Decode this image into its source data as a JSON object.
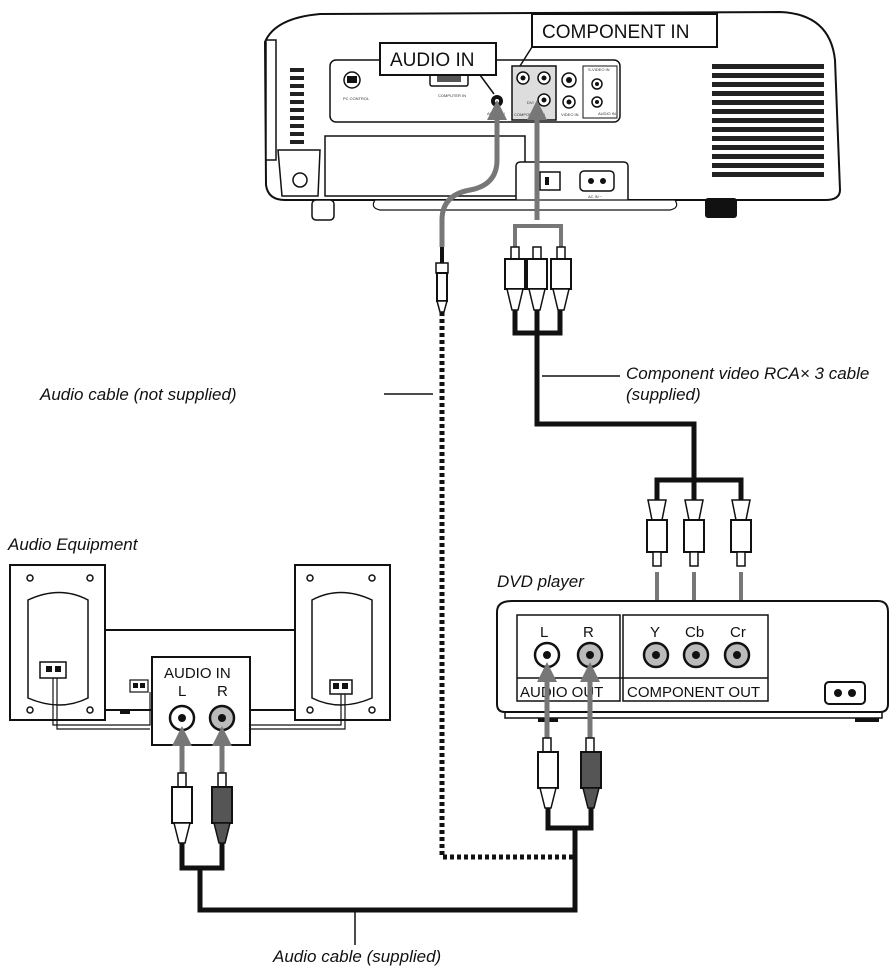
{
  "labels": {
    "component_in": "COMPONENT IN",
    "audio_in_projector": "AUDIO IN",
    "audio_equipment": "Audio Equipment",
    "dvd_player": "DVD player",
    "audio_cable_not_supplied": "Audio cable (not supplied)",
    "component_cable_line1": "Component video RCA× 3 cable",
    "component_cable_line2": "(supplied)",
    "audio_cable_supplied": "Audio cable (supplied)"
  },
  "projector": {
    "pc_control": "PC CONTROL",
    "computer_in": "COMPUTER IN",
    "audio_in_small": "AUDIO IN",
    "component_in_small": "COMPONENT IN",
    "video_in": "VIDEO IN",
    "s_video_in": "S-VIDEO IN",
    "audio_in_lr": "AUDIO IN",
    "ac_in": "AC IN ~",
    "dvi": "DVI"
  },
  "dvd": {
    "l": "L",
    "r": "R",
    "y": "Y",
    "cb": "Cb",
    "cr": "Cr",
    "audio_out": "AUDIO OUT",
    "component_out": "COMPONENT OUT"
  },
  "audio_equipment": {
    "audio_in": "AUDIO IN",
    "l": "L",
    "r": "R"
  },
  "colors": {
    "line": "#111111",
    "arrow": "#777777",
    "panel": "#e6e6e6",
    "dark_plug": "#555555"
  }
}
